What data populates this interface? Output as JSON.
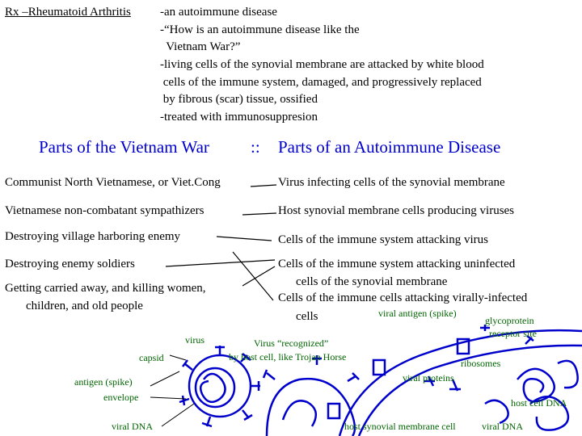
{
  "header": {
    "label": "Rx –Rheumatoid Arthritis",
    "lines": [
      "-an autoimmune disease",
      "-“How is an autoimmune disease like the",
      "  Vietnam War?”",
      "-living cells of the synovial membrane are attacked by white blood",
      " cells of the immune system, damaged, and progressively replaced",
      " by fibrous (scar) tissue, ossified",
      "-treated with immunosuppresion"
    ]
  },
  "analogy": {
    "left_title": "Parts of the Vietnam War",
    "separator": "::",
    "right_title": "Parts of an Autoimmune Disease",
    "left_items": [
      "Communist North Vietnamese, or Viet.Cong",
      "Vietnamese non-combatant sympathizers",
      "Destroying village harboring enemy",
      "Destroying enemy soldiers",
      "Getting carried away, and killing women,",
      "children, and old people"
    ],
    "right_items": [
      "Virus infecting cells of the synovial membrane",
      "Host synovial membrane cells producing viruses",
      "Cells of the immune system attacking virus",
      "Cells of the immune system attacking uninfected",
      "cells of the synovial membrane",
      "Cells of the immune cells attacking virally-infected",
      "cells"
    ]
  },
  "diagram_labels": {
    "virus": "virus",
    "capsid": "capsid",
    "antigen_spike": "antigen (spike)",
    "envelope": "envelope",
    "viral_dna": "viral DNA",
    "recognized_1": "Virus “recognized”",
    "recognized_2": "by host cell, like Trojan Horse",
    "viral_antigen_spike": "viral antigen (spike)",
    "glycoprotein_1": "glycoprotein",
    "glycoprotein_2": "receptor site",
    "ribosomes": "ribosomes",
    "viral_proteins": "viral proteins",
    "host_cell": "host cell DNA",
    "host_membrane": "host synovial membrane cell",
    "viral_dna_2": "viral DNA"
  },
  "colors": {
    "text": "#000000",
    "titles": "#0000cc",
    "diagram_labels": "#006400",
    "drawing": "#0000cc"
  }
}
